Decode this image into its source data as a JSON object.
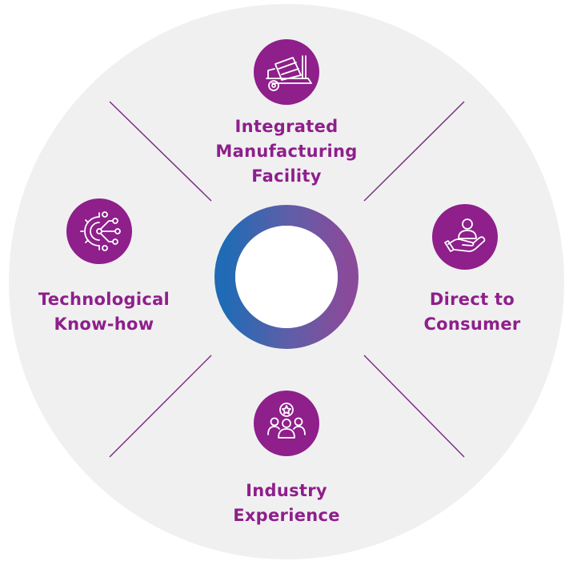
{
  "colors": {
    "background_disc": "#f1f0f1",
    "divider": "#7b2f86",
    "icon_fill": "#8e1f8b",
    "icon_stroke": "#ffffff",
    "text": "#8e1f8b",
    "ring_gradient": [
      "#1f6bb5",
      "#5d5fa8",
      "#8a4a9a"
    ]
  },
  "pillars": {
    "top": {
      "icon": "concrete-mixer-machine-icon",
      "lines": [
        "Integrated",
        "Manufacturing",
        "Facility"
      ]
    },
    "right": {
      "icon": "hand-holding-person-icon",
      "lines": [
        "Direct to",
        "Consumer"
      ]
    },
    "bottom": {
      "icon": "team-with-star-icon",
      "lines": [
        "Industry",
        "Experience"
      ]
    },
    "left": {
      "icon": "gear-circuit-icon",
      "lines": [
        "Technological",
        "Know-how"
      ]
    }
  }
}
